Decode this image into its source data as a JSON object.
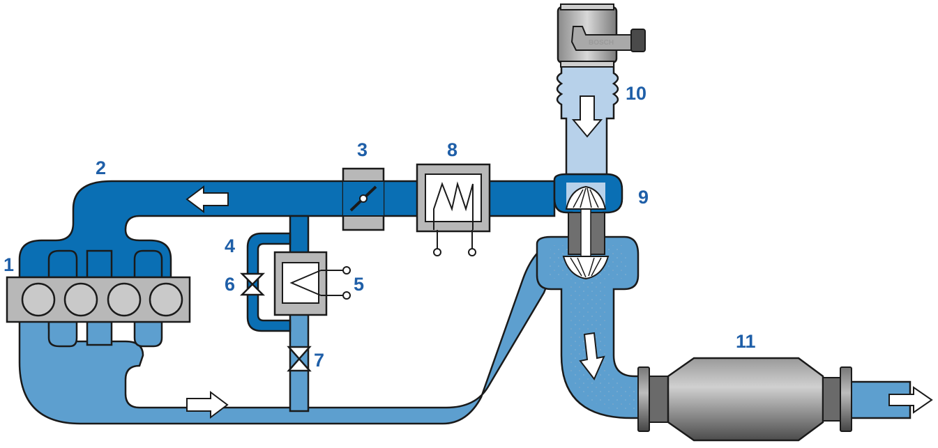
{
  "colors": {
    "intake": "#0a6fb4",
    "exhaust": "#5d9fcf",
    "fresh_air": "#b7d1ea",
    "outline": "#1a1a1a",
    "component_gray": "#b8b8b8",
    "metal_dark": "#6f6f6f",
    "label": "#1f5fa8"
  },
  "sensor": {
    "brand": "BOSCH"
  },
  "labels": [
    {
      "id": "engine",
      "text": "1"
    },
    {
      "id": "intake-manifold",
      "text": "2"
    },
    {
      "id": "throttle",
      "text": "3"
    },
    {
      "id": "egr-line",
      "text": "4"
    },
    {
      "id": "egr-cooler",
      "text": "5"
    },
    {
      "id": "bypass-valve",
      "text": "6"
    },
    {
      "id": "egr-valve",
      "text": "7"
    },
    {
      "id": "intercooler",
      "text": "8"
    },
    {
      "id": "turbocharger",
      "text": "9"
    },
    {
      "id": "air-mass-meter",
      "text": "10"
    },
    {
      "id": "catalytic-converter",
      "text": "11"
    }
  ]
}
